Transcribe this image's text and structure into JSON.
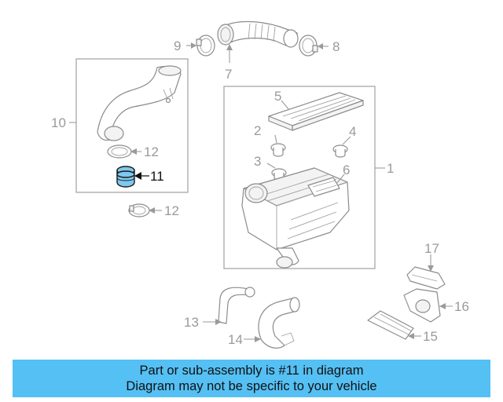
{
  "diagram": {
    "callouts": {
      "c1": "1",
      "c2": "2",
      "c3": "3",
      "c4": "4",
      "c5": "5",
      "c6": "6",
      "c7": "7",
      "c8": "8",
      "c9": "9",
      "c10": "10",
      "c11": "11",
      "c12a": "12",
      "c12b": "12",
      "c13": "13",
      "c14": "14",
      "c15": "15",
      "c16": "16",
      "c17": "17"
    },
    "highlighted_part": "11",
    "highlight_color": "#7fc8ee"
  },
  "banner": {
    "line1": "Part or sub-assembly is #11 in diagram",
    "line2": "Diagram may not be specific to your vehicle",
    "background": "#55c0f4"
  }
}
